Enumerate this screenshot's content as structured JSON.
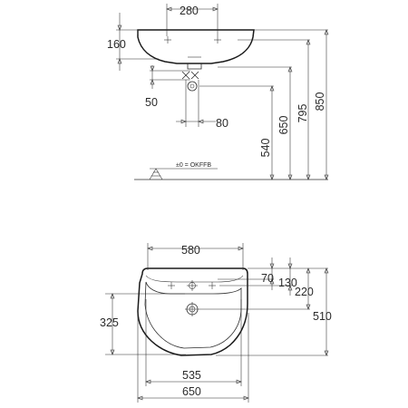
{
  "side_view": {
    "dims": {
      "tap_hole_spacing": "280",
      "basin_depth": "160",
      "trap_offset": "50",
      "waste_pipe_spacing": "80",
      "waste_height": "540",
      "bracket_height": "650",
      "fixing_height": "795",
      "rim_height": "850"
    },
    "floor_reference_label": "±0 = OKFFB"
  },
  "top_view": {
    "dims": {
      "overall_width_top": "580",
      "tap_hole_offset": "70",
      "tap_hole_depth": "130",
      "basin_front_depth": "220",
      "overflow_depth": "325",
      "overall_depth": "510",
      "bowl_width": "535",
      "overall_width": "650"
    }
  },
  "colors": {
    "line": "#2b2b2b",
    "background": "#ffffff"
  }
}
